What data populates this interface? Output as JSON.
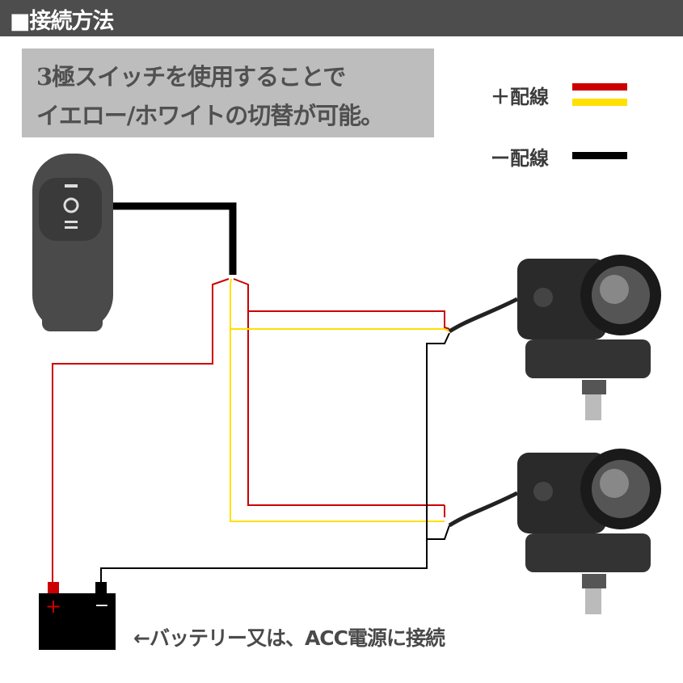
{
  "header": {
    "title": "■接続方法"
  },
  "note": {
    "lines": [
      "3極スイッチを使用することで",
      "イエロー/ホワイトの切替が可能。"
    ]
  },
  "legend": {
    "positive": {
      "label": "＋配線",
      "colors": [
        "#cc0000",
        "#ffe000"
      ]
    },
    "negative": {
      "label": "ー配線",
      "colors": [
        "#000000"
      ]
    }
  },
  "switch": {
    "positions": [
      "I",
      "O",
      "II"
    ]
  },
  "battery": {
    "plus": "+",
    "minus": "−",
    "caption": "←バッテリー又は、ACC電源に接続"
  },
  "colors": {
    "red_wire": "#cc0000",
    "yellow_wire": "#ffe000",
    "black_wire": "#000000",
    "header": "#4d4d4d",
    "note_bg": "#bdbdbd"
  }
}
